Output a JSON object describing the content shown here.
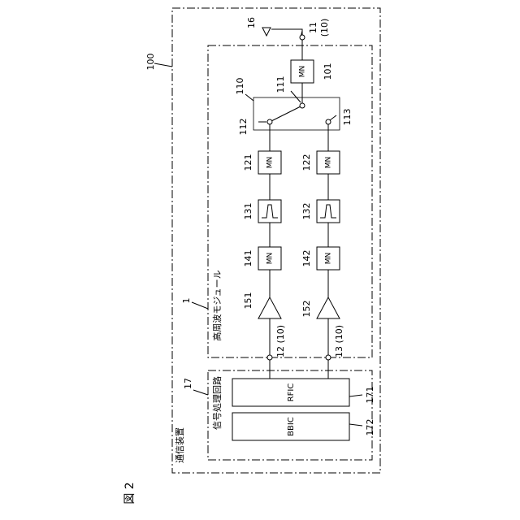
{
  "figure_label": "図 2",
  "labels": {
    "device": "通信装置",
    "module": "高周波モジュール",
    "signal_circuit": "信号処理回路",
    "rfic": "RFIC",
    "bbic": "BBIC",
    "mn": "MN"
  },
  "refs": {
    "r100": "100",
    "r1": "1",
    "r17": "17",
    "r16": "16",
    "r11": "11",
    "r11b": "(10)",
    "r101": "101",
    "r110": "110",
    "r111": "111",
    "r112": "112",
    "r113": "113",
    "r121": "121",
    "r122": "122",
    "r131": "131",
    "r132": "132",
    "r141": "141",
    "r142": "142",
    "r151": "151",
    "r152": "152",
    "r12": "12 (10)",
    "r13": "13 (10)",
    "r171": "171",
    "r172": "172"
  }
}
